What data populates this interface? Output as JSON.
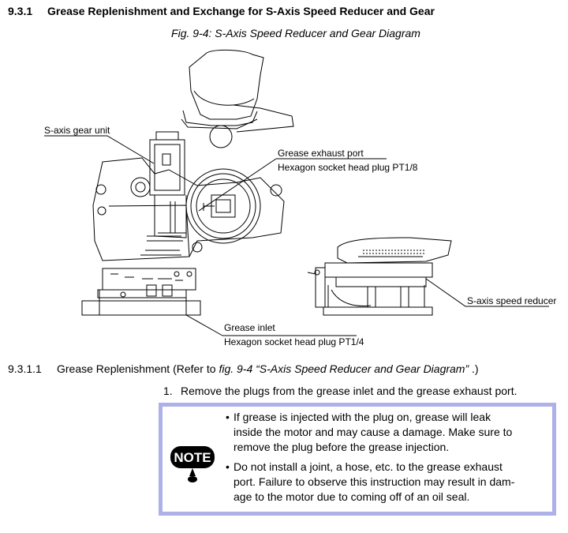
{
  "section": {
    "number": "9.3.1",
    "title": "Grease Replenishment and Exchange for S-Axis Speed Reducer and Gear"
  },
  "figure": {
    "caption": "Fig. 9-4: S-Axis Speed Reducer and Gear Diagram",
    "labels": {
      "gear_unit": "S-axis gear unit",
      "exhaust_port": "Grease exhaust port",
      "exhaust_plug": "Hexagon socket head plug PT1/8",
      "speed_reducer": "S-axis speed reducer",
      "grease_inlet": "Grease inlet",
      "inlet_plug": "Hexagon socket head plug PT1/4"
    }
  },
  "subsection": {
    "number": "9.3.1.1",
    "text_before": "Grease Replenishment (Refer to ",
    "ref": "fig. 9-4  “S-Axis Speed Reducer and Gear Diagram” ",
    "text_after": ".)"
  },
  "step": {
    "number": "1.",
    "text": "Remove the plugs from the grease inlet and the grease exhaust port."
  },
  "note": {
    "icon_label": "NOTE",
    "bullet": "•",
    "items": [
      {
        "lines": [
          "If grease is injected with the plug on, grease will leak",
          "inside the motor and may cause a damage.  Make sure to",
          "remove the plug before the grease injection."
        ]
      },
      {
        "lines": [
          "Do not install a joint, a hose, etc. to the grease exhaust",
          "port.  Failure to observe this instruction may result in dam-",
          "age to the motor due to coming off of an oil seal."
        ]
      }
    ]
  }
}
